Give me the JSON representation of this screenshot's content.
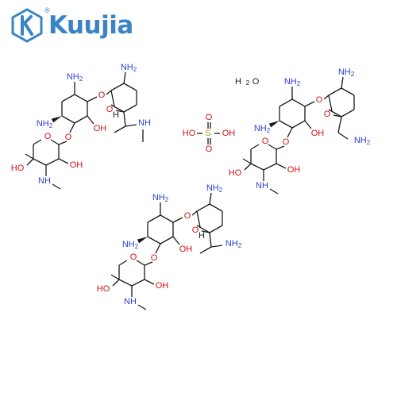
{
  "brand": {
    "name": "Kuujia",
    "registered": "®",
    "color": "#3a84c6"
  },
  "molecule": {
    "water": "H2O",
    "sulfuric_acid_label": "HO–S(=O)2–OH",
    "atom_labels": {
      "amino": "NH2",
      "hydroxyl_left": "HO",
      "hydroxyl_right": "OH",
      "oxygen": "O",
      "nh": "NH",
      "hydrogen": "H",
      "sulfur": "S"
    },
    "colors": {
      "nitrogen": "#2b3fd0",
      "oxygen": "#d21414",
      "sulfur": "#b09a00",
      "carbon": "#1a1a1a"
    }
  }
}
